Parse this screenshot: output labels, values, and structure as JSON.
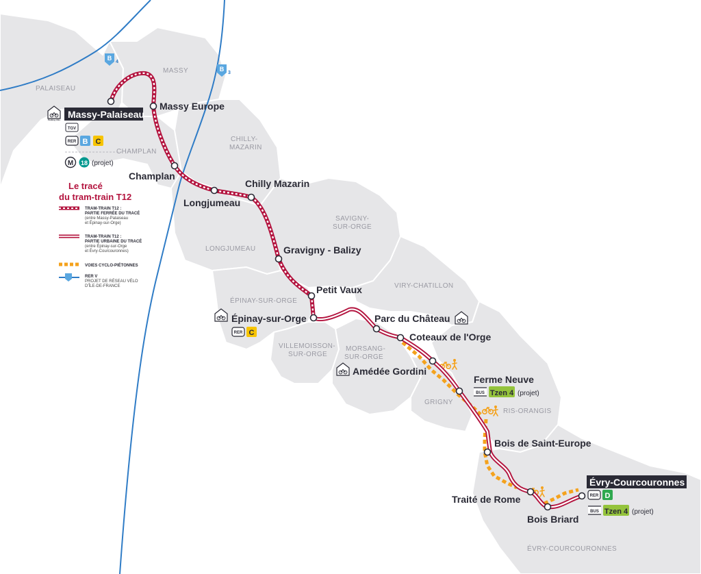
{
  "communes": [
    "MASSY",
    "PALAISEAU",
    "CHILLY-",
    "MAZARIN",
    "CHAMPLAN",
    "SAVIGNY-",
    "SUR-ORGE",
    "LONGJUMEAU",
    "VIRY-CHATILLON",
    "ÉPINAY-SUR-ORGE",
    "VILLEMOISSON-",
    "SUR-ORGE",
    "MORSANG-",
    "SUR-ORGE",
    "GRIGNY",
    "RIS-ORANGIS",
    "ÉVRY-COURCOURONNES"
  ],
  "stations": [
    "Massy-Palaiseau",
    "Massy Europe",
    "Champlan",
    "Longjumeau",
    "Chilly Mazarin",
    "Gravigny - Balizy",
    "Petit Vaux",
    "Épinay-sur-Orge",
    "Parc du Château",
    "Coteaux de l'Orge",
    "Amédée Gordini",
    "Ferme Neuve",
    "Bois de Saint-Europe",
    "Traité de Rome",
    "Bois Briard",
    "Évry-Courcouronnes"
  ],
  "legend": {
    "title_line1": "Le tracé",
    "title_line2": "du tram-train T12",
    "rail_title": "TRAM-TRAIN T12 :",
    "rail_sub": "PARTIE FERRÉE DU TRACÉ",
    "rail_note1": "(entre Massy-Palaiseau",
    "rail_note2": "et Épinay-sur-Orge)",
    "urban_title": "TRAM-TRAIN T12 :",
    "urban_sub": "PARTIE URBAINE DU TRACÉ",
    "urban_note1": "(entre Épinay-sur-Orge",
    "urban_note2": "et Évry-Courcouronnes)",
    "cycle": "VOIES CYCLO-PIÉTONNES",
    "rerv_title": "RER V",
    "rerv_sub1": "PROJET DE RÉSEAU VÉLO",
    "rerv_sub2": "D'ÎLE-DE-FRANCE"
  },
  "badges": {
    "tgv": "TGV",
    "rer": "RER",
    "b": "B",
    "c": "C",
    "d": "D",
    "metro": "M",
    "m18": "18",
    "projet": "(projet)",
    "bus": "BUS",
    "tzen": "Tzen 4",
    "bike_b4": "B",
    "bike_b4_sub": "4",
    "bike_b3": "B",
    "bike_b3_sub": "3",
    "parking": "Parking Vélo"
  },
  "colors": {
    "tram": "#b3133e",
    "cycle": "#f4a21d",
    "rerv": "#2f7cc6",
    "rer_b": "#5aa7e0",
    "rer_c": "#f7c400",
    "rer_d": "#2fa84f",
    "tzen": "#94c33c",
    "metro_18": "#00988f",
    "land": "#e6e6e8",
    "commune_border": "#ffffff"
  }
}
